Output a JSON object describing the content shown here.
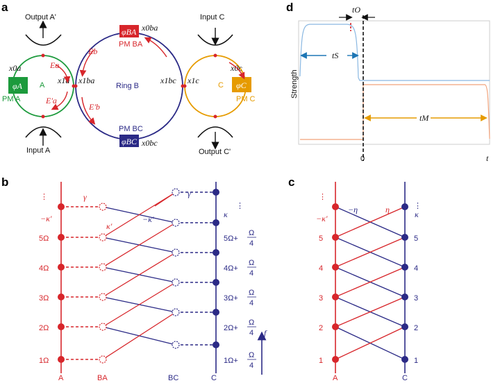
{
  "panels": {
    "a": "a",
    "b": "b",
    "c": "c",
    "d": "d"
  },
  "panel_a": {
    "output_a": "Output A'",
    "input_a": "Input A",
    "input_c": "Input C",
    "output_c": "Output C'",
    "pm_a": "PM A",
    "pm_ba": "PM BA",
    "pm_bc": "PM BC",
    "pm_c": "PM C",
    "phi_a": "φA",
    "phi_ba": "φBA",
    "phi_bc": "φBC",
    "phi_c": "φC",
    "ring_a": "A",
    "ring_b": "Ring B",
    "ring_c": "C",
    "x0a": "x0a",
    "x1a": "x1a",
    "x1ba": "x1ba",
    "x0ba": "x0ba",
    "x1bc": "x1bc",
    "x0bc": "x0bc",
    "x1c": "x1c",
    "x0c": "x0c",
    "Ea": "Ea",
    "Ea_prime": "E'a",
    "Eb": "Eb",
    "Eb_prime": "E'b",
    "colors": {
      "ring_a": "#1c9a3c",
      "ring_b": "#2b2a86",
      "ring_c": "#e69b00",
      "red": "#d7262b"
    }
  },
  "panel_b": {
    "columns": [
      "A",
      "BA",
      "BC",
      "C"
    ],
    "left_levels": [
      "5Ω",
      "4Ω",
      "3Ω",
      "2Ω",
      "1Ω"
    ],
    "right_levels": [
      "5Ω+",
      "4Ω+",
      "3Ω+",
      "2Ω+",
      "1Ω+"
    ],
    "frac_num": "Ω",
    "frac_den": "4",
    "gamma": "γ",
    "kappa_left": "−κ'",
    "kappa_prime": "κ'",
    "kappa_prime_neg": "−κ'",
    "kappa_right": "κ",
    "f_label": "f",
    "dots": "⋮"
  },
  "panel_c": {
    "columns": [
      "A",
      "C"
    ],
    "levels": [
      "5",
      "4",
      "3",
      "2",
      "1"
    ],
    "eta_neg": "−η",
    "eta": "η",
    "kappa_left": "−κ'",
    "kappa_right": "κ",
    "dots": "⋮"
  },
  "panel_d": {
    "ylabel": "Strength",
    "xlabel": "t",
    "zero": "0",
    "t_o": "tO",
    "t_s": "tS",
    "t_m": "tM"
  }
}
